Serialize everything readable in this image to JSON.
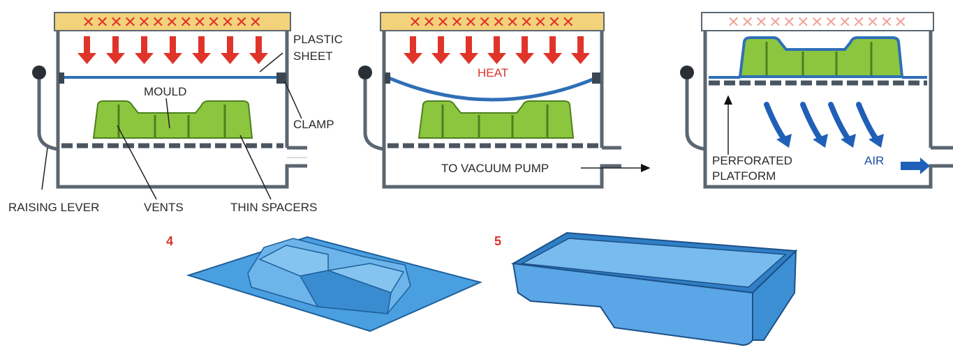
{
  "steps": [
    "4",
    "5"
  ],
  "labels": {
    "plastic_sheet_1": "PLASTIC",
    "plastic_sheet_2": "SHEET",
    "mould": "MOULD",
    "clamp": "CLAMP",
    "raising_lever": "RAISING LEVER",
    "vents": "VENTS",
    "thin_spacers": "THIN SPACERS",
    "heat": "HEAT",
    "to_vacuum_pump": "TO VACUUM PUMP",
    "perforated_1": "PERFORATED",
    "perforated_2": "PLATFORM",
    "air": "AIR"
  },
  "colors": {
    "heater_fill": "#f2d27a",
    "heater_cross": "#e0342a",
    "heater_cross_faded": "#f0a79c",
    "heat_arrow": "#e0342a",
    "mould_green": "#8cc63f",
    "mould_dark": "#4e7f1e",
    "sheet_blue": "#2f6fb6",
    "frame_gray": "#5b6670",
    "air_arrow": "#1f5fb8",
    "product_blue": "#4a9fe0",
    "label_red": "#d9342b",
    "label_blue": "#1f4fa6"
  }
}
